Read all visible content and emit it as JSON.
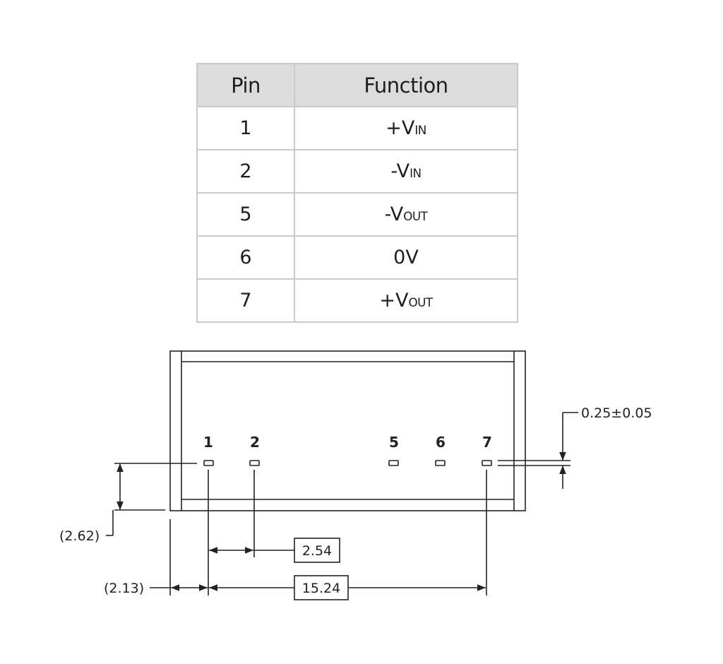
{
  "table": {
    "headers": {
      "pin": "Pin",
      "function": "Function"
    },
    "rows": [
      {
        "pin": "1",
        "fn_main": "+V",
        "fn_sub": "IN"
      },
      {
        "pin": "2",
        "fn_main": "-V",
        "fn_sub": "IN"
      },
      {
        "pin": "5",
        "fn_main": "-V",
        "fn_sub": "OUT"
      },
      {
        "pin": "6",
        "fn_main": "0V",
        "fn_sub": ""
      },
      {
        "pin": "7",
        "fn_main": "+V",
        "fn_sub": "OUT"
      }
    ]
  },
  "drawing": {
    "pin_labels": [
      "1",
      "2",
      "5",
      "6",
      "7"
    ],
    "dimensions": {
      "pin_thickness": "0.25±0.05",
      "pin_height": "(2.62)",
      "pin_pitch": "2.54",
      "edge_offset": "(2.13)",
      "span": "15.24"
    }
  }
}
